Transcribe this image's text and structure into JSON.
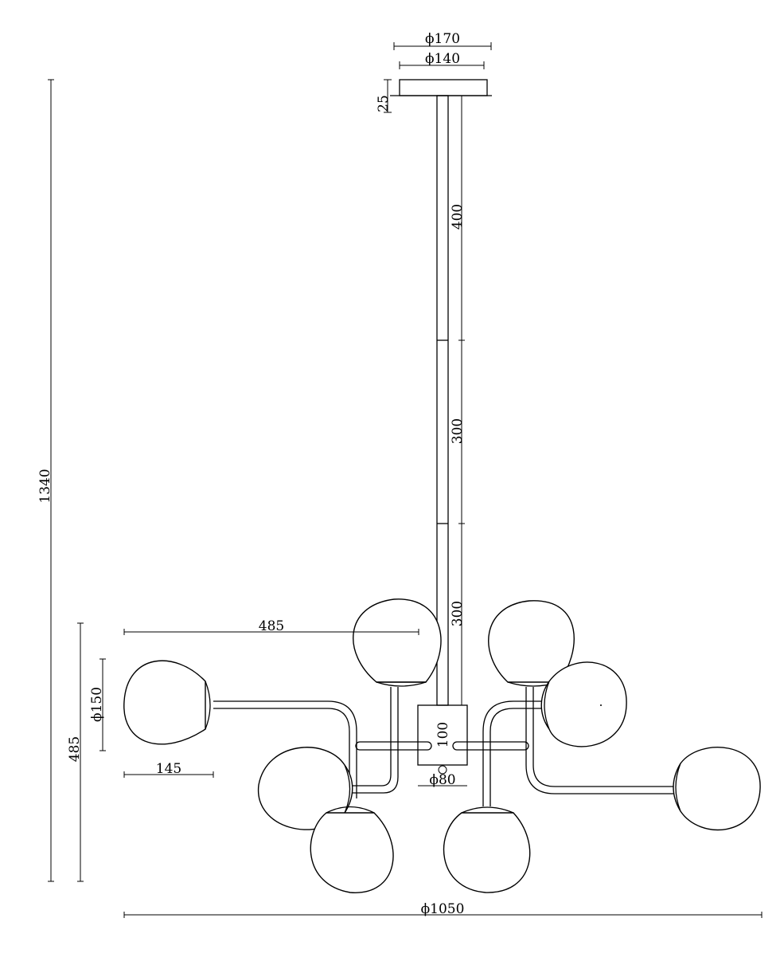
{
  "dimensions": {
    "canopy_outer_diameter": "ϕ170",
    "canopy_inner_diameter": "ϕ140",
    "canopy_height": "25",
    "total_height": "1340",
    "rod_segment_1": "400",
    "rod_segment_2": "300",
    "rod_segment_3": "300",
    "arm_reach": "485",
    "globe_diameter": "ϕ150",
    "globe_depth": "145",
    "body_height": "485",
    "hub_height": "100",
    "hub_diameter": "ϕ80",
    "overall_diameter": "ϕ1050"
  }
}
